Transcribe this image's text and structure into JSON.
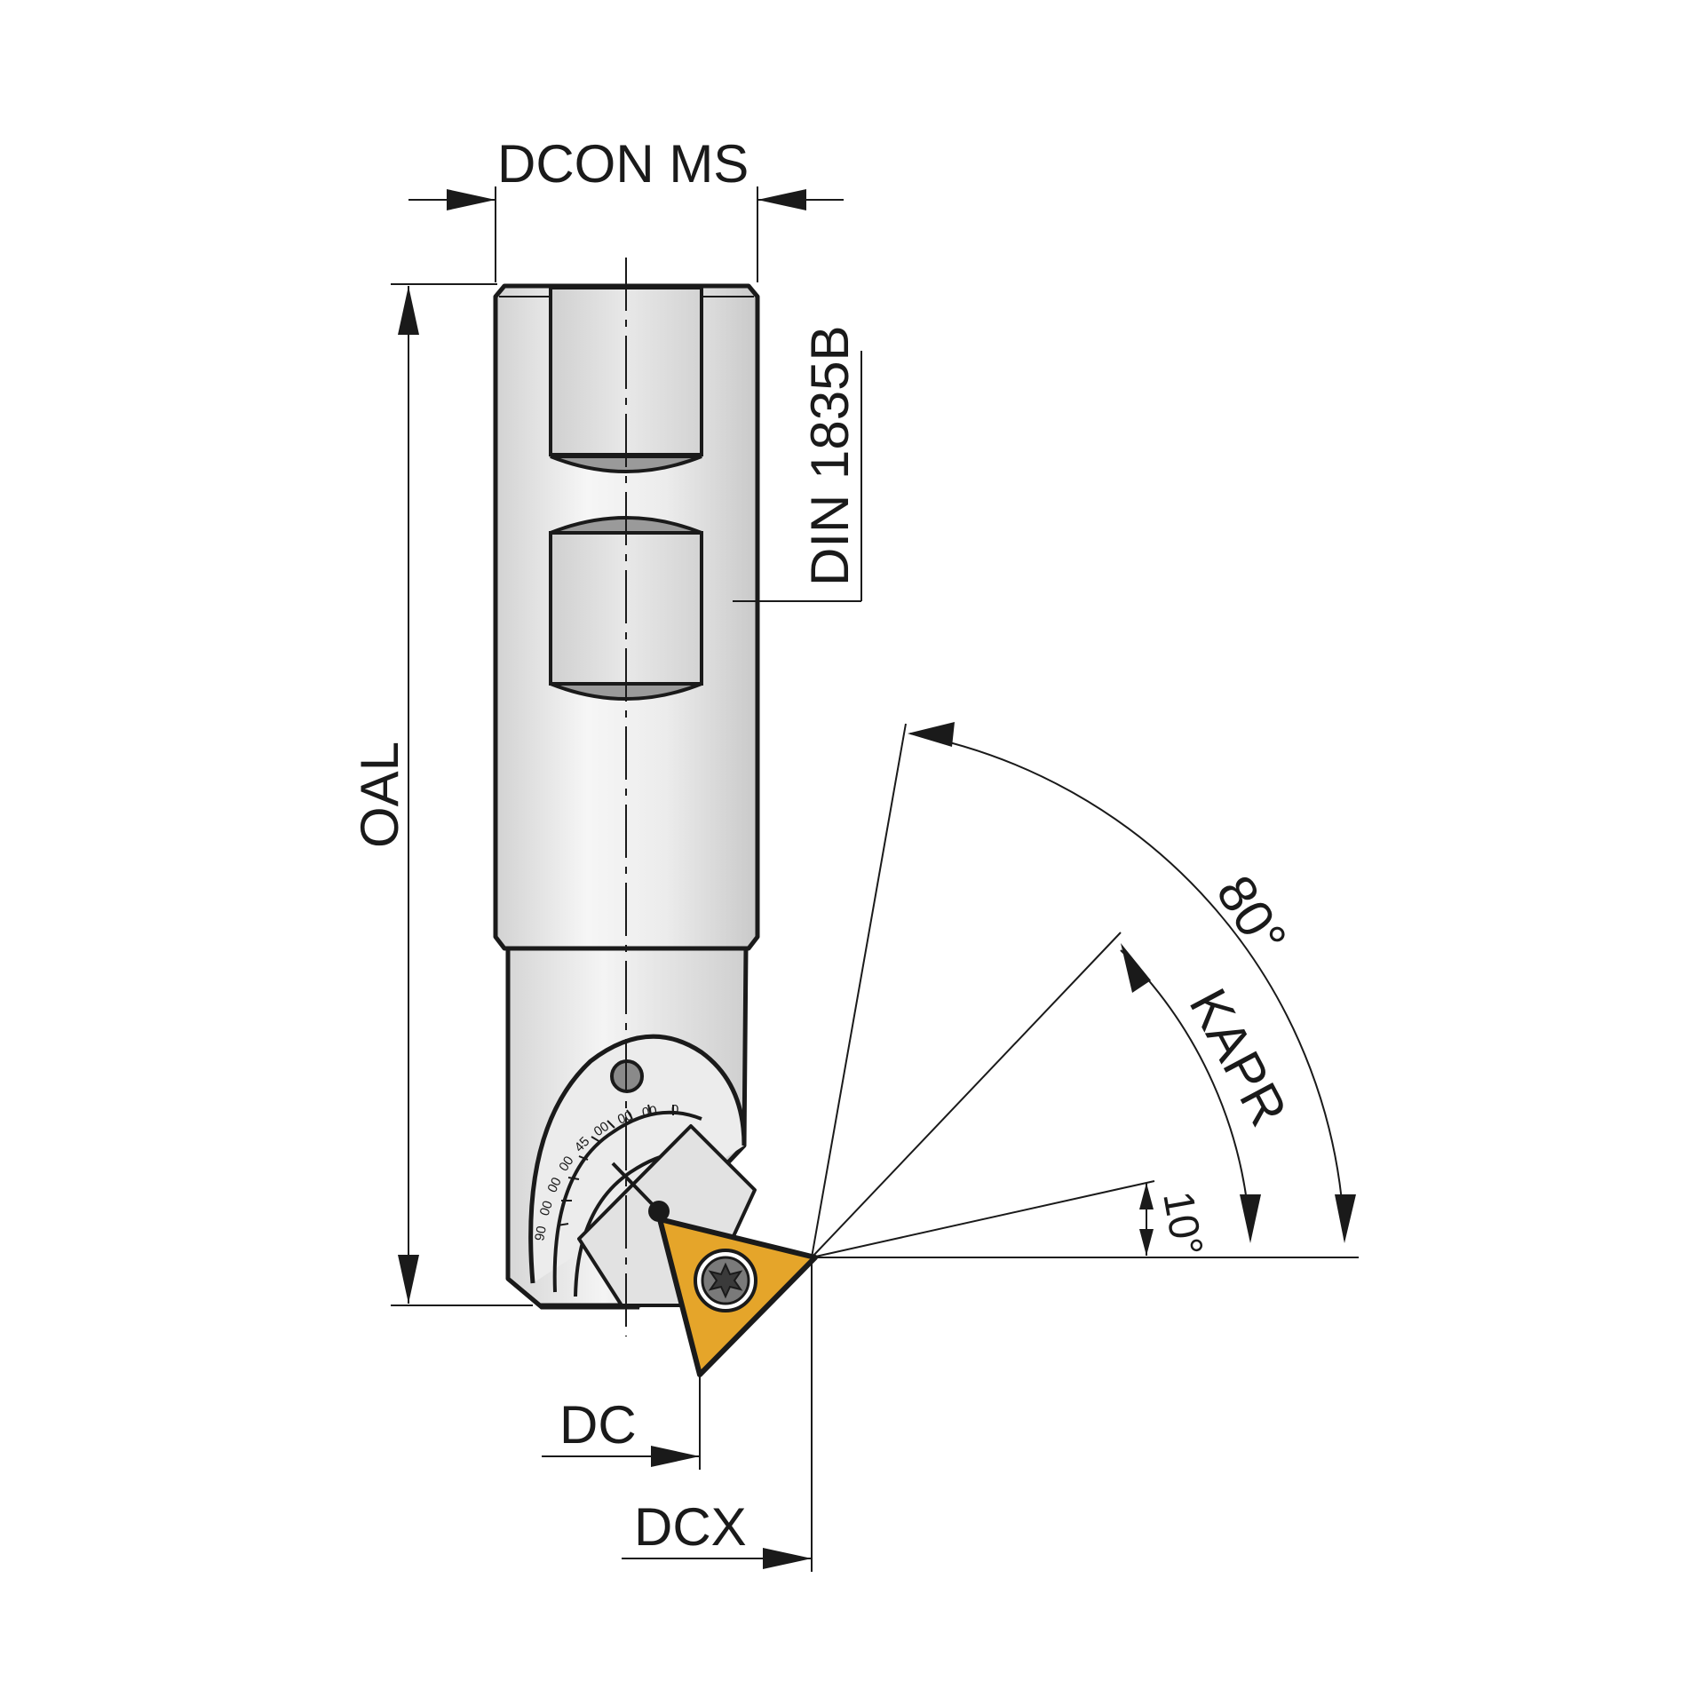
{
  "labels": {
    "dcon_ms": "DCON MS",
    "din": "DIN 1835B",
    "oal": "OAL",
    "dc": "DC",
    "dcx": "DCX",
    "kapr": "KAPR",
    "angle_80": "80°",
    "angle_10": "10°"
  },
  "scale_marks": [
    "90",
    "00",
    "00",
    "00",
    "45",
    "00",
    "00",
    "00",
    "0"
  ],
  "colors": {
    "insert": "#e5a52a",
    "line": "#1a1a1a",
    "body_light": "#f2f2f2",
    "body_dark": "#c8c8c8",
    "slot_shadow": "#9a9a9a"
  },
  "icons": {
    "screw": "torx-screw-icon"
  }
}
